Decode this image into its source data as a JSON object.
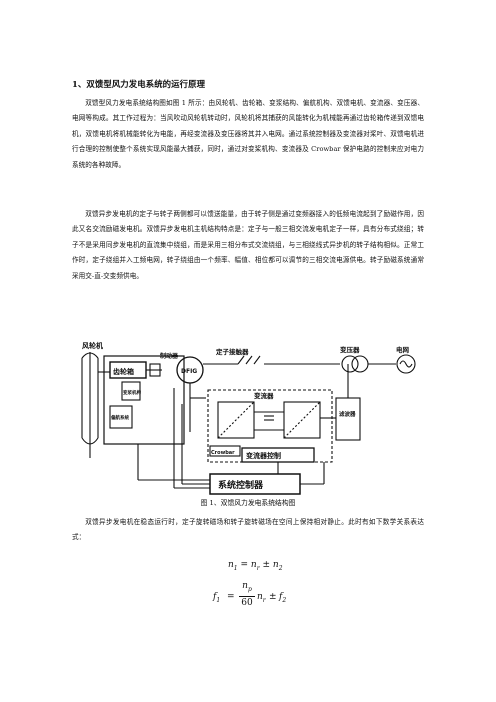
{
  "section": {
    "heading": "1、双馈型风力发电系统的运行原理"
  },
  "paragraphs": [
    "双馈型风力发电系统结构图如图 1 所示：由风轮机、齿轮箱、变浆结构、偏航机构、双馈电机、变流器、变压器、电网等构成。其工作过程为：当风吹动风轮机转动时，风轮机将其捕获的风能转化为机械能再通过齿轮箱传递到双馈电机，双馈电机将机械能转化为电能，再经变流器及变压器将其并入电网。通过系统控制器及变流器对桨叶、双馈电机进行合理的控制使整个系统实现风能最大捕获，同时，通过对变桨机构、变流器及 Crowbar 保护电路的控制来应对电力系统的各种故障。",
    "双馈异步发电机的定子与转子两侧都可以馈送能量，由于转子侧是通过变频器接入的低频电流起到了励磁作用，因此又名交流励磁发电机。双馈异步发电机主机结构特点是：定子与一般三相交流发电机定子一样，具有分布式绕组；转子不是采用同步发电机的直流集中绕组，而是采用三相分布式交流绕组，与三相绕线式异步机的转子结构相似。正常工作时，定子绕组并入工频电网，转子绕组由一个频率、幅值、相位都可以调节的三相交流电源供电。转子励磁系统通常采用交-直-交变频供电。",
    "双馈异步发电机在稳态运行时，定子旋转磁场和转子旋转磁场在空间上保持相对静止。此时有如下数学关系表达式："
  ],
  "figure": {
    "caption": "图 1、双馈风力发电系统结构图",
    "labels": {
      "wind_turbine": "风轮机",
      "gearbox": "齿轮箱",
      "brake": "制动器",
      "pitch": "变浆机构",
      "yaw": "偏航系统",
      "dfig": "DFIG",
      "stator_contactor": "定子接触器",
      "transformer": "变压器",
      "grid": "电网",
      "converter": "变流器",
      "crowbar": "Crowbar",
      "filter": "滤波器",
      "converter_controller": "变流器控制",
      "system_controller": "系统控制器"
    }
  },
  "equations": {
    "eq1": {
      "lhs": "n",
      "lhs_sub": "1",
      "op1": "=",
      "t1": "n",
      "t1_sub": "r",
      "op2": "±",
      "t2": "n",
      "t2_sub": "2"
    },
    "eq2": {
      "lhs": "f",
      "lhs_sub": "1",
      "op1": "=",
      "num": "n",
      "num_sub": "p",
      "den": "60",
      "t1": "n",
      "t1_sub": "r",
      "op2": "±",
      "t2": "f",
      "t2_sub": "2"
    }
  }
}
